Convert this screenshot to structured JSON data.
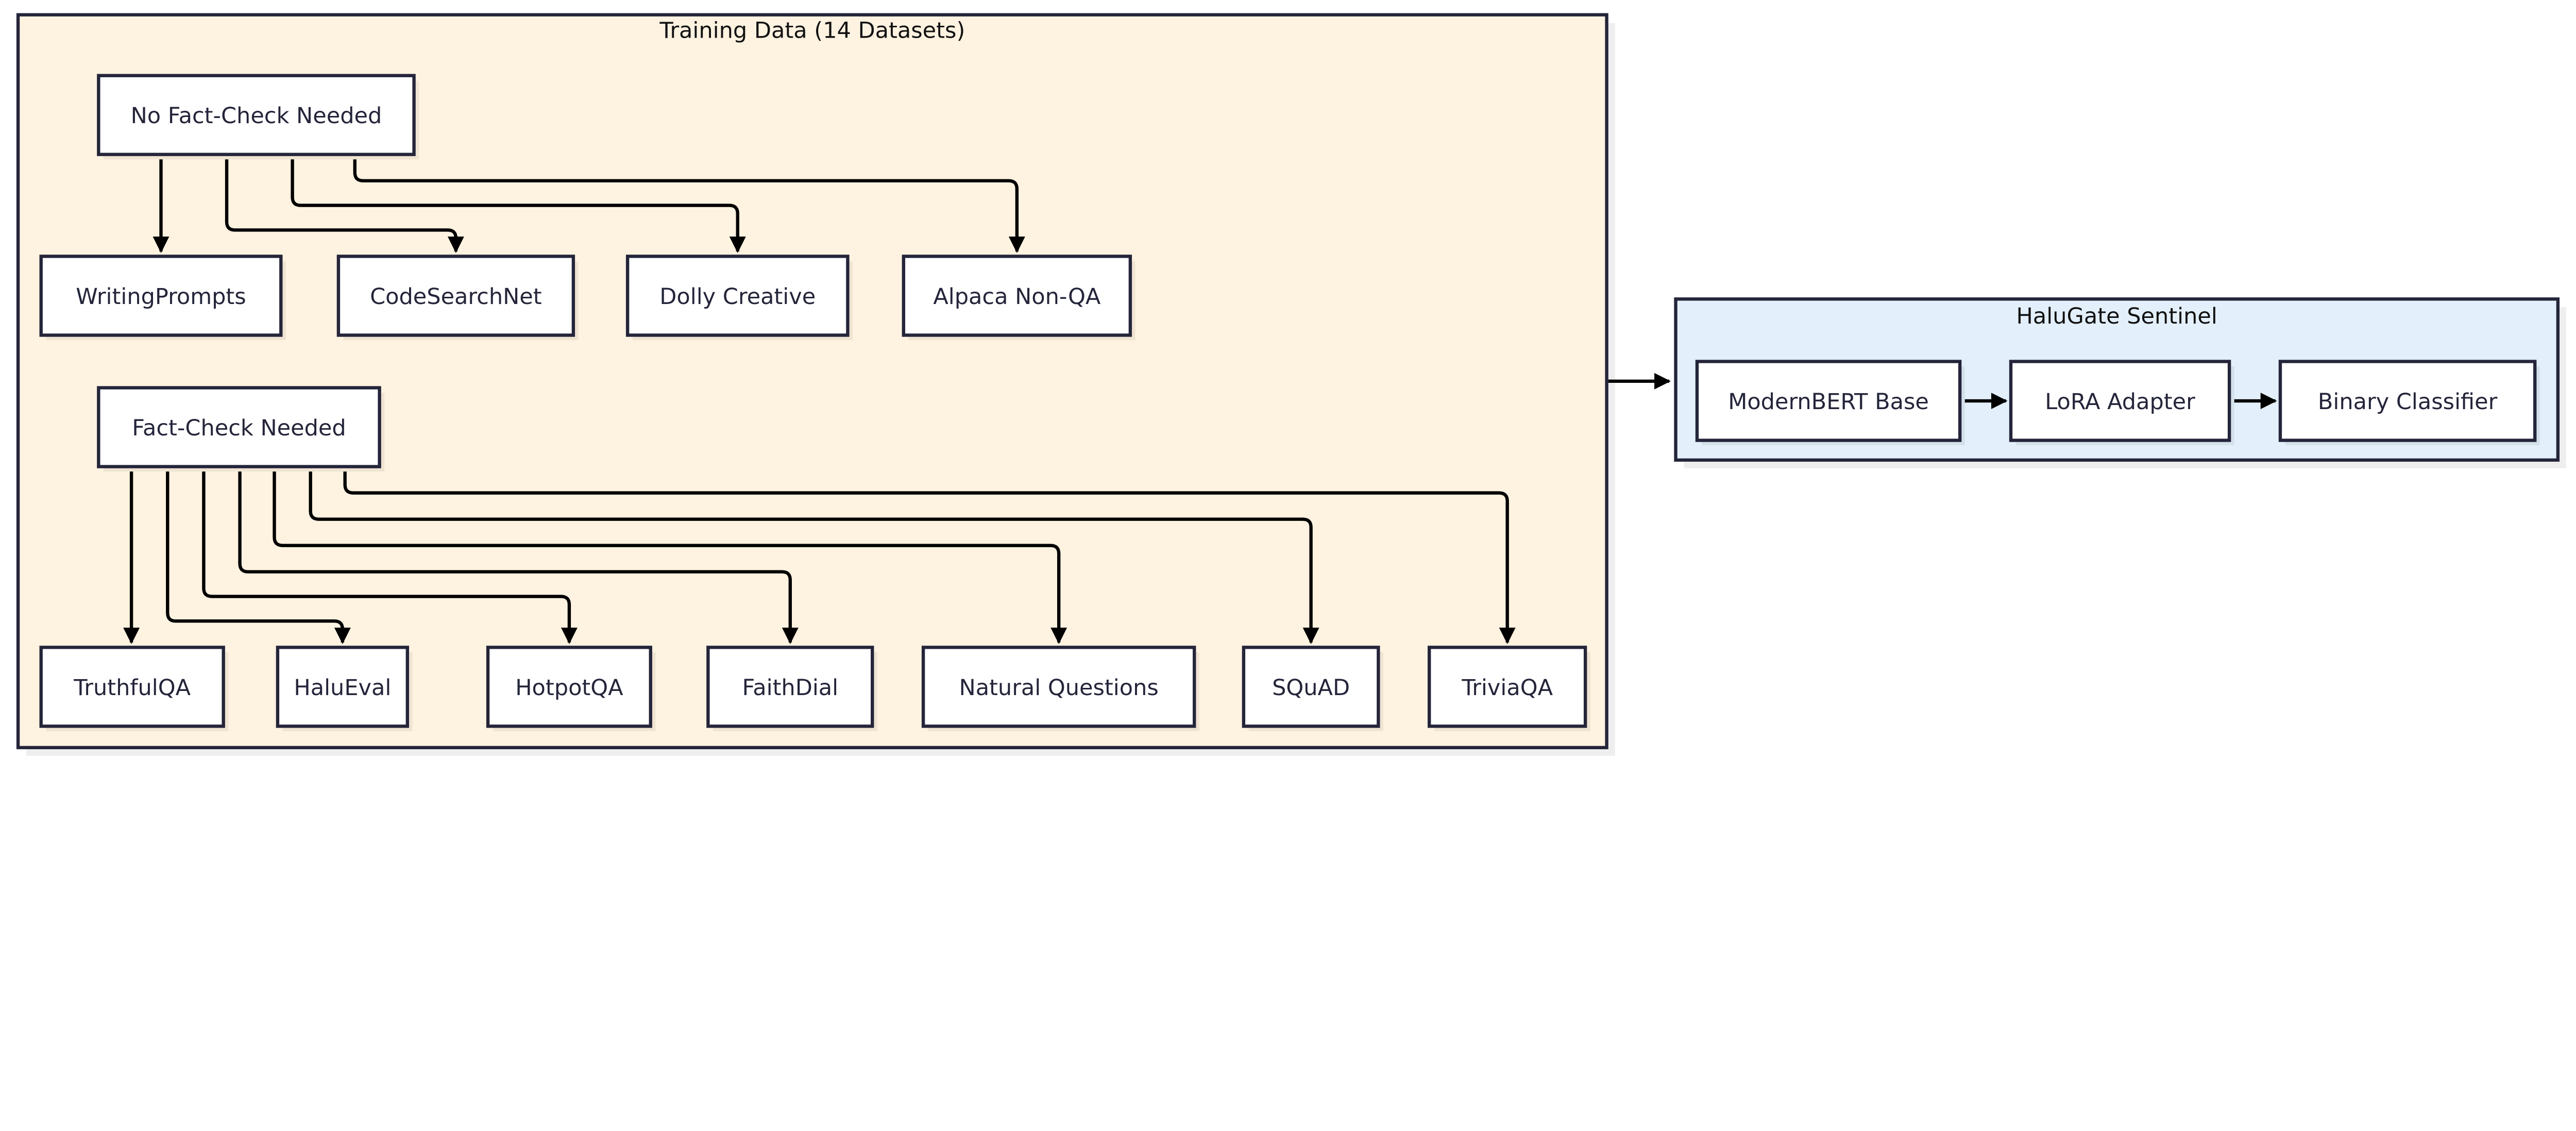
{
  "training_group": {
    "title": "Training Data (14 Datasets)",
    "fill": "#fef2e0",
    "no_fact_check": {
      "label": "No Fact-Check Needed",
      "datasets": [
        "WritingPrompts",
        "CodeSearchNet",
        "Dolly Creative",
        "Alpaca Non-QA"
      ]
    },
    "fact_check": {
      "label": "Fact-Check Needed",
      "datasets": [
        "TruthfulQA",
        "HaluEval",
        "HotpotQA",
        "FaithDial",
        "Natural Questions",
        "SQuAD",
        "TriviaQA"
      ]
    }
  },
  "sentinel_group": {
    "title": "HaluGate Sentinel",
    "fill": "#e3f0fb",
    "stages": [
      "ModernBERT Base",
      "LoRA Adapter",
      "Binary Classifier"
    ]
  },
  "colors": {
    "stroke": "#24253a",
    "node_fill": "#ffffff"
  }
}
